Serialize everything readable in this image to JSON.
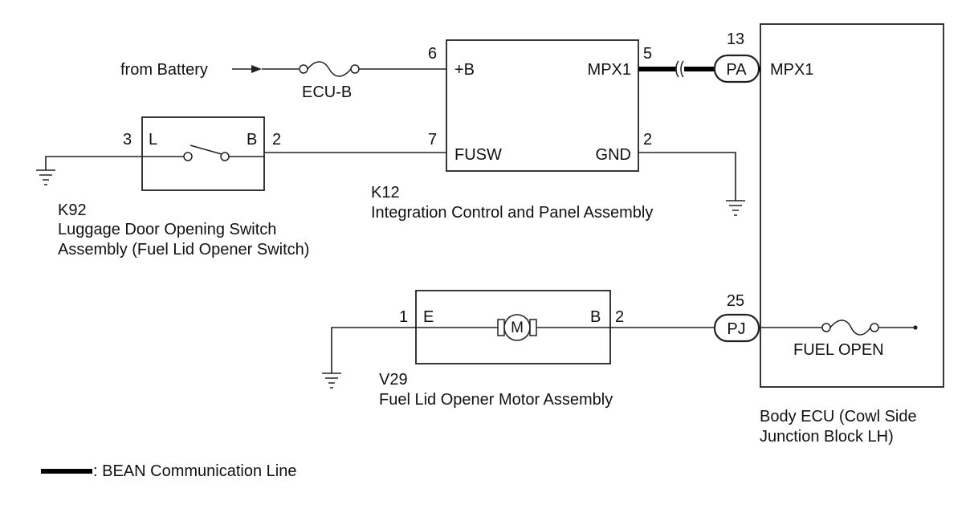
{
  "battery": {
    "label": "from Battery",
    "fuse_label": "ECU-B"
  },
  "k12": {
    "code": "K12",
    "name": "Integration Control and Panel Assembly",
    "pins": {
      "b_plus_num": "6",
      "b_plus": "+B",
      "mpx1_num": "5",
      "mpx1": "MPX1",
      "fusw_num": "7",
      "fusw": "FUSW",
      "gnd_num": "2",
      "gnd": "GND"
    }
  },
  "k92": {
    "code": "K92",
    "name_line1": "Luggage Door Opening Switch",
    "name_line2": "Assembly (Fuel Lid Opener Switch)",
    "pins": {
      "l_num": "3",
      "l": "L",
      "b_num": "2",
      "b": "B"
    }
  },
  "v29": {
    "code": "V29",
    "name": "Fuel Lid Opener Motor Assembly",
    "motor_symbol": "M",
    "pins": {
      "e_num": "1",
      "e": "E",
      "b_num": "2",
      "b": "B"
    }
  },
  "body_ecu": {
    "name_line1": "Body ECU (Cowl Side",
    "name_line2": "Junction Block LH)",
    "connector_pa": "PA",
    "connector_pa_num": "13",
    "pa_signal": "MPX1",
    "connector_pj": "PJ",
    "connector_pj_num": "25",
    "fuel_open": "FUEL OPEN"
  },
  "legend": {
    "label": ": BEAN Communication Line"
  }
}
